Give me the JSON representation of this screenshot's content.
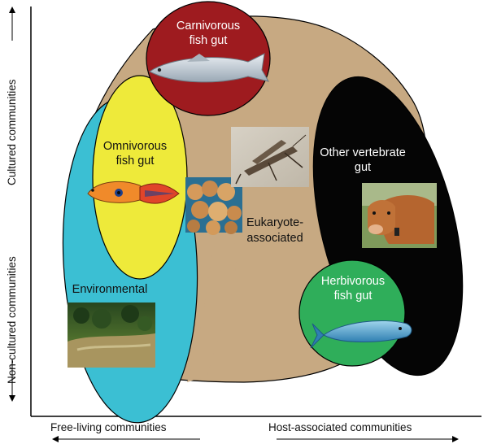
{
  "axes": {
    "y_top_label": "Cultured communities",
    "y_bottom_label": "Non-cultured communities",
    "x_left_label": "Free-living communities",
    "x_right_label": "Host-associated communities"
  },
  "regions": {
    "carnivorous": {
      "line1": "Carnivorous",
      "line2": "fish gut",
      "color": "#9e1b1f"
    },
    "omnivorous": {
      "line1": "Omnivorous",
      "line2": "fish gut",
      "color": "#eeea3a"
    },
    "environmental": {
      "label": "Environmental",
      "color": "#3bbfd3"
    },
    "eukaryote": {
      "line1": "Eukaryote-",
      "line2": "associated",
      "color": "#c7a982"
    },
    "other_vertebrate": {
      "line1": "Other vertebrate",
      "line2": "gut",
      "color": "#050505"
    },
    "herbivorous": {
      "line1": "Herbivorous",
      "line2": "fish gut",
      "color": "#2fae5a"
    }
  },
  "pictures": [
    "carnivorous-fish-photo",
    "guppy-fish-photo",
    "coral-photo",
    "grasshopper-photo",
    "cow-photo",
    "river-forest-photo",
    "blue-fish-photo"
  ]
}
